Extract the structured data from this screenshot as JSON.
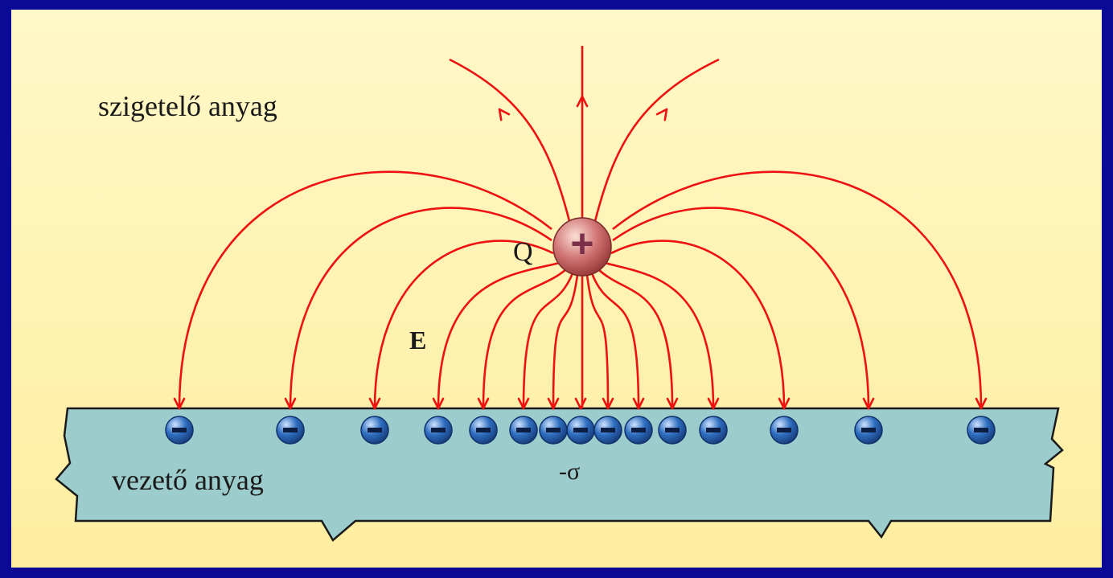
{
  "labels": {
    "insulator": "szigetelő anyag",
    "conductor": "vezető anyag",
    "charge": "Q",
    "field": "E",
    "surface_charge": "-σ"
  },
  "charges": {
    "positive_symbol": "+",
    "negative_symbol": "−",
    "negative_count": 15
  },
  "colors": {
    "border": "#0a0a96",
    "background_top": "#fff8c8",
    "background_bottom": "#ffeea0",
    "field_lines": "#ee1111",
    "conductor_fill": "#9ccccc",
    "positive_charge": "#d07474",
    "negative_charge": "#2f6fc0"
  }
}
